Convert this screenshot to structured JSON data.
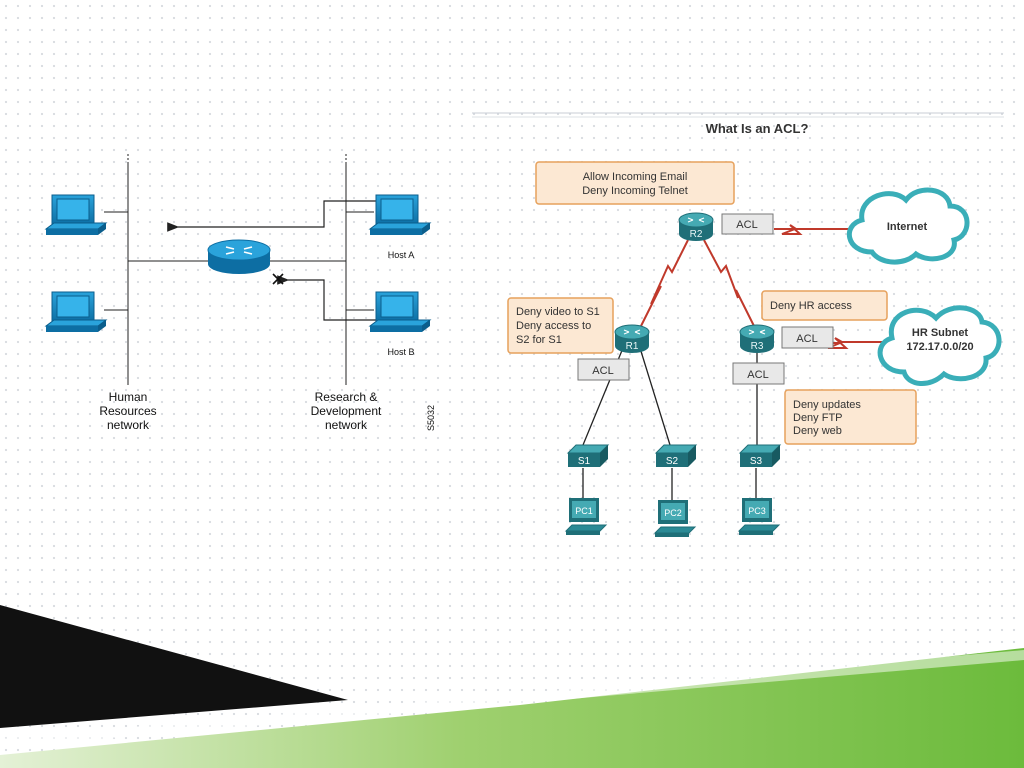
{
  "left_diagram": {
    "host_a": "Host A",
    "host_b": "Host B",
    "hr_network": [
      "Human",
      "Resources",
      "network"
    ],
    "rd_network": [
      "Research &",
      "Development",
      "network"
    ],
    "figure_code": "S5032"
  },
  "right_diagram": {
    "title": "What Is an ACL?",
    "r2_note": [
      "Allow Incoming Email",
      "Deny Incoming Telnet"
    ],
    "r1_note": [
      "Deny video to S1",
      "Deny access to",
      "S2 for S1"
    ],
    "r3_note": "Deny HR access",
    "s3_note": [
      "Deny updates",
      "Deny FTP",
      "Deny web"
    ],
    "acl_label": "ACL",
    "internet": "Internet",
    "hr_subnet": [
      "HR Subnet",
      "172.17.0.0/20"
    ],
    "routers": [
      "R1",
      "R2",
      "R3"
    ],
    "switches": [
      "S1",
      "S2",
      "S3"
    ],
    "pcs": [
      "PC1",
      "PC2",
      "PC3"
    ]
  },
  "colors": {
    "device_teal": "#2b8a95",
    "device_blue": "#1f8fc4",
    "note_fill": "#fce8d3",
    "note_border": "#e6a15c",
    "wan_link": "#c0392b",
    "cloud_stroke": "#3aaeb8",
    "accent_green": "#7ac143"
  }
}
